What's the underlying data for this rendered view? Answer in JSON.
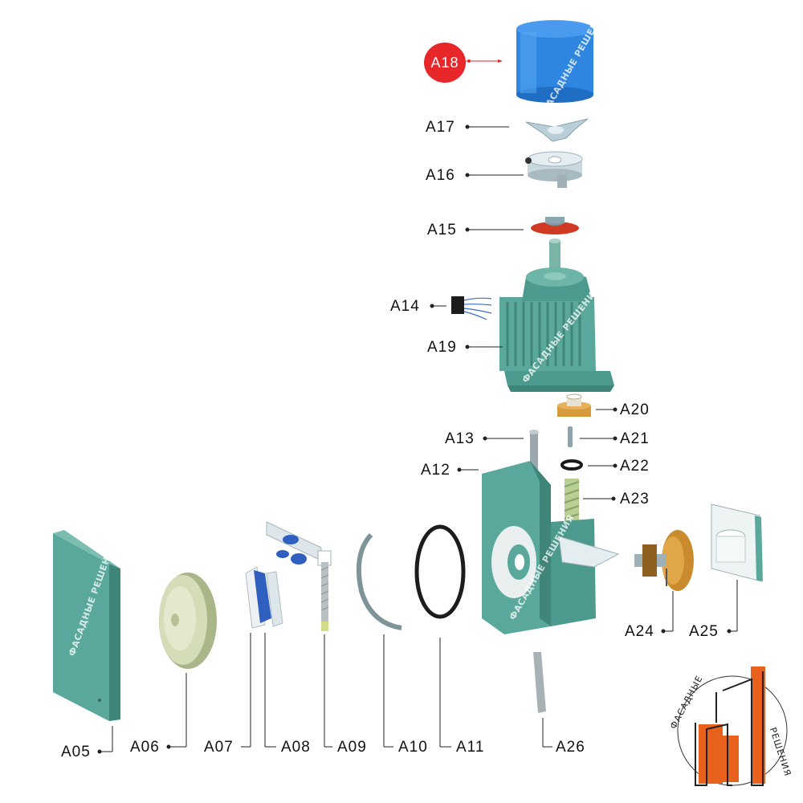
{
  "colors": {
    "teal": "#5aa89c",
    "teal_dark": "#3f8579",
    "blue_cap": "#2f86e0",
    "highlight_red": "#e8272b",
    "logo_orange": "#e8621d"
  },
  "highlight_label": "A18",
  "labels": {
    "a05": "A05",
    "a06": "A06",
    "a07": "A07",
    "a08": "A08",
    "a09": "A09",
    "a10": "A10",
    "a11": "A11",
    "a12": "A12",
    "a13": "A13",
    "a14": "A14",
    "a15": "A15",
    "a16": "A16",
    "a17": "A17",
    "a19": "A19",
    "a20": "A20",
    "a21": "A21",
    "a22": "A22",
    "a23": "A23",
    "a24": "A24",
    "a25": "A25",
    "a26": "A26"
  },
  "watermark": "ФАСАДНЫЕ РЕШЕНИЯ",
  "logo": {
    "top_text": "ФАСАДНЫЕ",
    "bottom_text": "РЕШЕНИЯ"
  }
}
